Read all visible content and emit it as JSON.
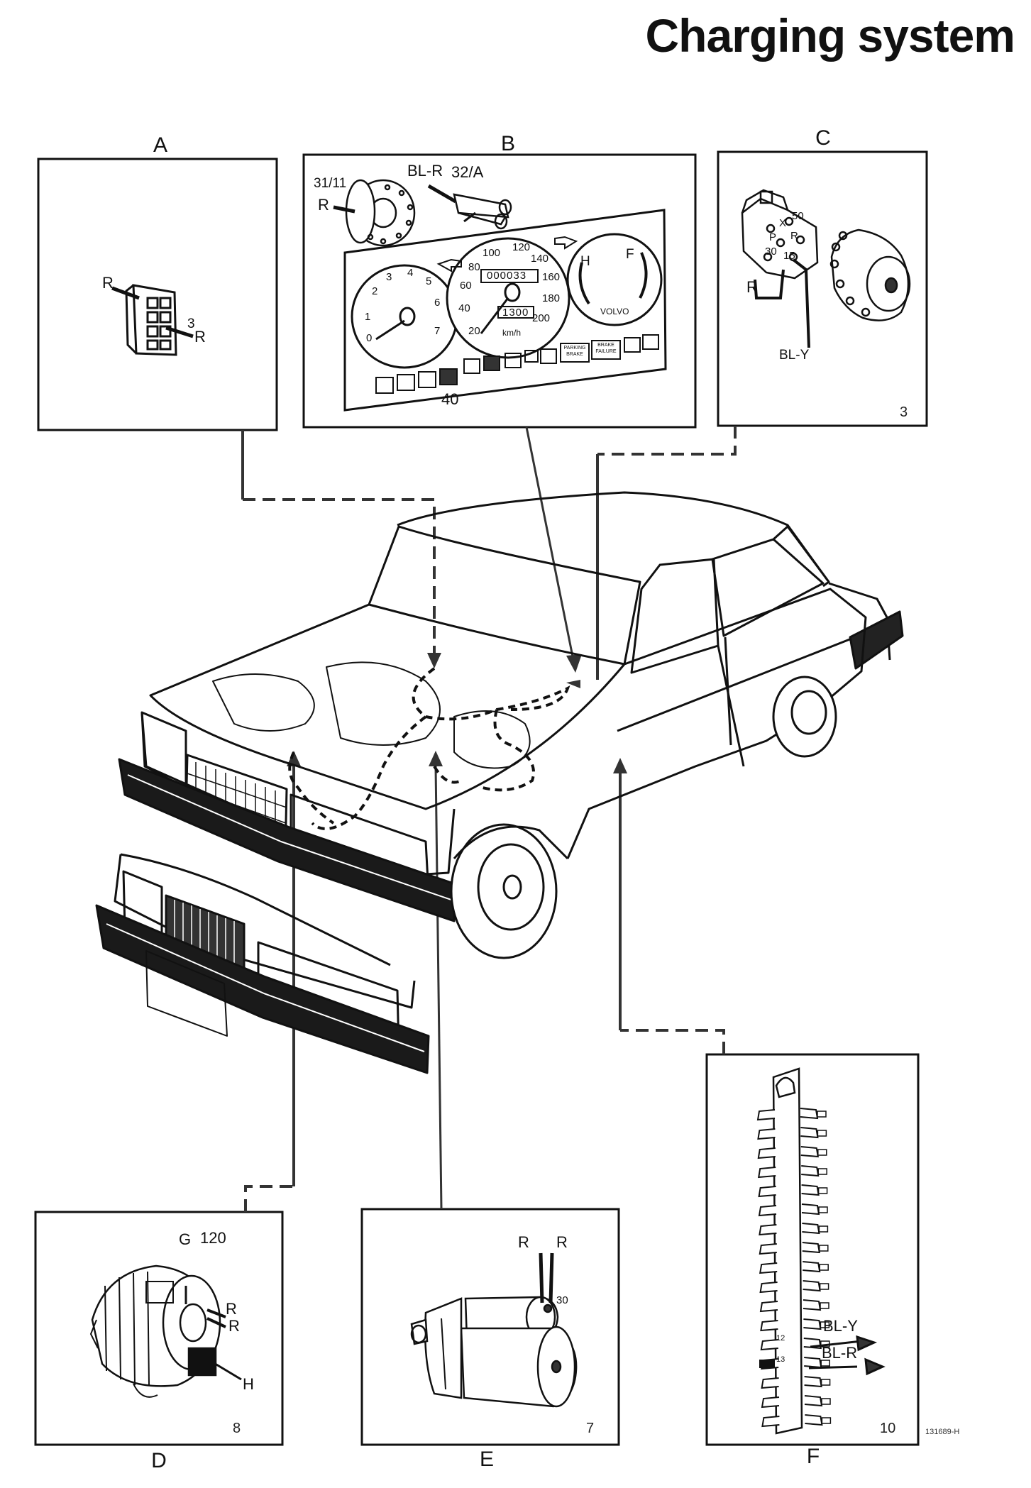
{
  "title": "Charging system",
  "panels": {
    "a": {
      "letter": "A",
      "wire_left": "R",
      "pin": "3",
      "wire_right": "R"
    },
    "b": {
      "letter": "B",
      "connector_left_code": "31/11",
      "connector_left_wire": "R",
      "connector_right_wire": "BL-R",
      "connector_right_code": "32/A",
      "number": "40",
      "speedo_ticks": [
        "20",
        "40",
        "60",
        "80",
        "100",
        "120",
        "140",
        "160",
        "180",
        "200"
      ],
      "odometer": "000033",
      "trip": "1300",
      "speed_unit": "km/h",
      "tacho_ticks": [
        "0",
        "1",
        "2",
        "3",
        "4",
        "5",
        "6",
        "7"
      ],
      "temp_h": "H",
      "fuel_f": "F",
      "brand": "VOLVO",
      "warn_parking": "PARKING BRAKE",
      "warn_brake": "BRAKE FAILURE"
    },
    "c": {
      "letter": "C",
      "number": "3",
      "wire_r": "R",
      "wire_bly": "BL-Y",
      "terminals": [
        "X",
        "50",
        "P",
        "R",
        "30",
        "15"
      ]
    },
    "d": {
      "letter": "D",
      "number": "8",
      "label_g": "G",
      "label_120": "120",
      "wire_r1": "R",
      "wire_r2": "R",
      "label_h": "H"
    },
    "e": {
      "letter": "E",
      "number": "7",
      "wire_r1": "R",
      "wire_r2": "R",
      "terminal": "30"
    },
    "f": {
      "letter": "F",
      "number": "10",
      "wire_bly": "BL-Y",
      "wire_blr": "BL-R",
      "fuse_12": "12",
      "fuse_13": "13"
    }
  },
  "ref_code": "131689-H"
}
